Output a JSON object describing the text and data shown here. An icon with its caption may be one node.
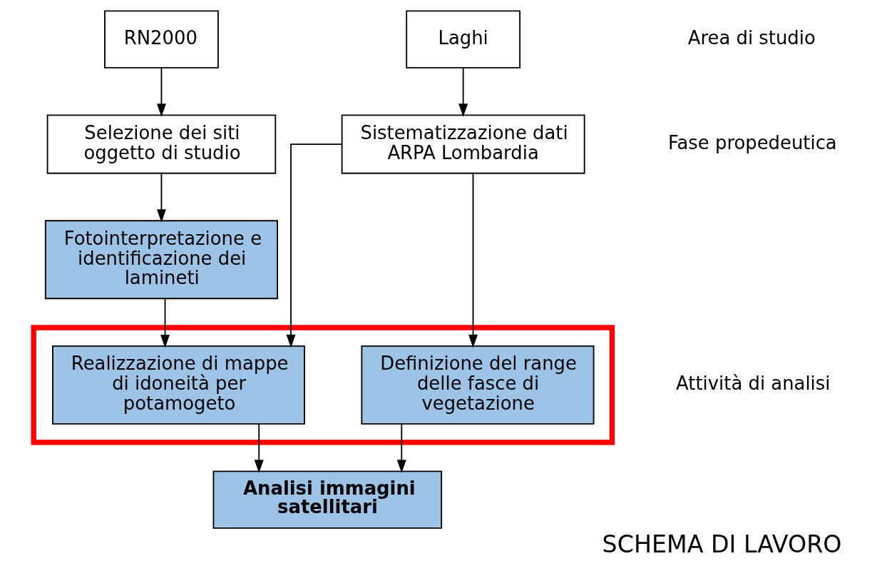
{
  "diagram": {
    "caption": "SCHEMA DI LAVORO",
    "nodes": [
      {
        "text": [
          "RN2000"
        ]
      },
      {
        "text": [
          "Laghi"
        ]
      },
      {
        "text": [
          "Selezione dei siti oggetto di studio"
        ]
      },
      {
        "text": [
          "Sistematizzazione dati ARPA Lombardia"
        ]
      },
      {
        "text": [
          "Fotointerpretazione e identificazione dei lamineti"
        ]
      },
      {
        "text": [],
        "shape": "box"
      },
      {
        "text": [
          "Realizzazione di mappe di idoneità per potamogeto"
        ],
        "in": 5
      },
      {
        "text": [
          "Definizione del range delle fasce di vegetazione"
        ],
        "in": 5
      },
      {
        "text": [
          "Analisi immagini satellitari"
        ]
      }
    ],
    "edges": [
      {
        "from": 0,
        "to": 2,
        "arrow": "to"
      },
      {
        "from": 1,
        "to": 3,
        "arrow": "to"
      },
      {
        "from": 2,
        "to": 4,
        "arrow": "to"
      },
      {
        "from": 3,
        "to": 6,
        "arrow": "to"
      },
      {
        "from": 3,
        "to": 7,
        "arrow": "to"
      },
      {
        "from": 4,
        "to": 6,
        "arrow": "to"
      },
      {
        "from": 6,
        "to": 8,
        "arrow": "to"
      },
      {
        "from": 7,
        "to": 8,
        "arrow": "to"
      }
    ],
    "labels": [
      "Area di studio",
      "Fase propedeutica",
      "Attività di analisi"
    ]
  }
}
